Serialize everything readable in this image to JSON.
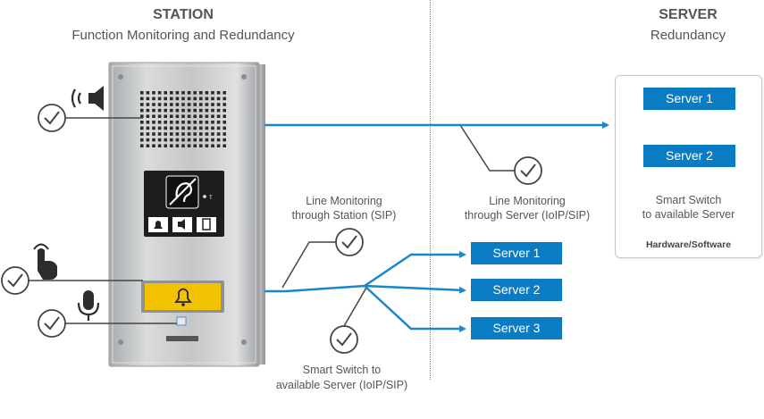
{
  "station": {
    "title": "STATION",
    "subtitle": "Function Monitoring and Redundancy"
  },
  "server": {
    "title": "SERVER",
    "subtitle": "Redundancy",
    "server1_label": "Server 1",
    "server2_label": "Server 2",
    "smart_switch_caption_line1": "Smart Switch",
    "smart_switch_caption_line2": "to available Server",
    "hardware_label": "Hardware/Software"
  },
  "middle": {
    "line_monitoring_station_line1": "Line Monitoring",
    "line_monitoring_station_line2": "through Station (SIP)",
    "line_monitoring_server_line1": "Line Monitoring",
    "line_monitoring_server_line2": "through Server (IoIP/SIP)",
    "smart_switch_line1": "Smart Switch to",
    "smart_switch_line2": "available Server (IoIP/SIP)",
    "servers": [
      "Server 1",
      "Server 2",
      "Server 3"
    ]
  },
  "colors": {
    "accent_blue": "#0a7cc4",
    "line_blue": "#1a86cc",
    "divider_blue": "#2f9fd6",
    "call_button_yellow": "#f2c200",
    "panel_steel": "#c9cbcd"
  },
  "icons": [
    "check-circle-icon",
    "speaker-icon",
    "touch-hand-icon",
    "microphone-icon",
    "hearing-loop-icon",
    "bell-icon",
    "door-icon"
  ]
}
